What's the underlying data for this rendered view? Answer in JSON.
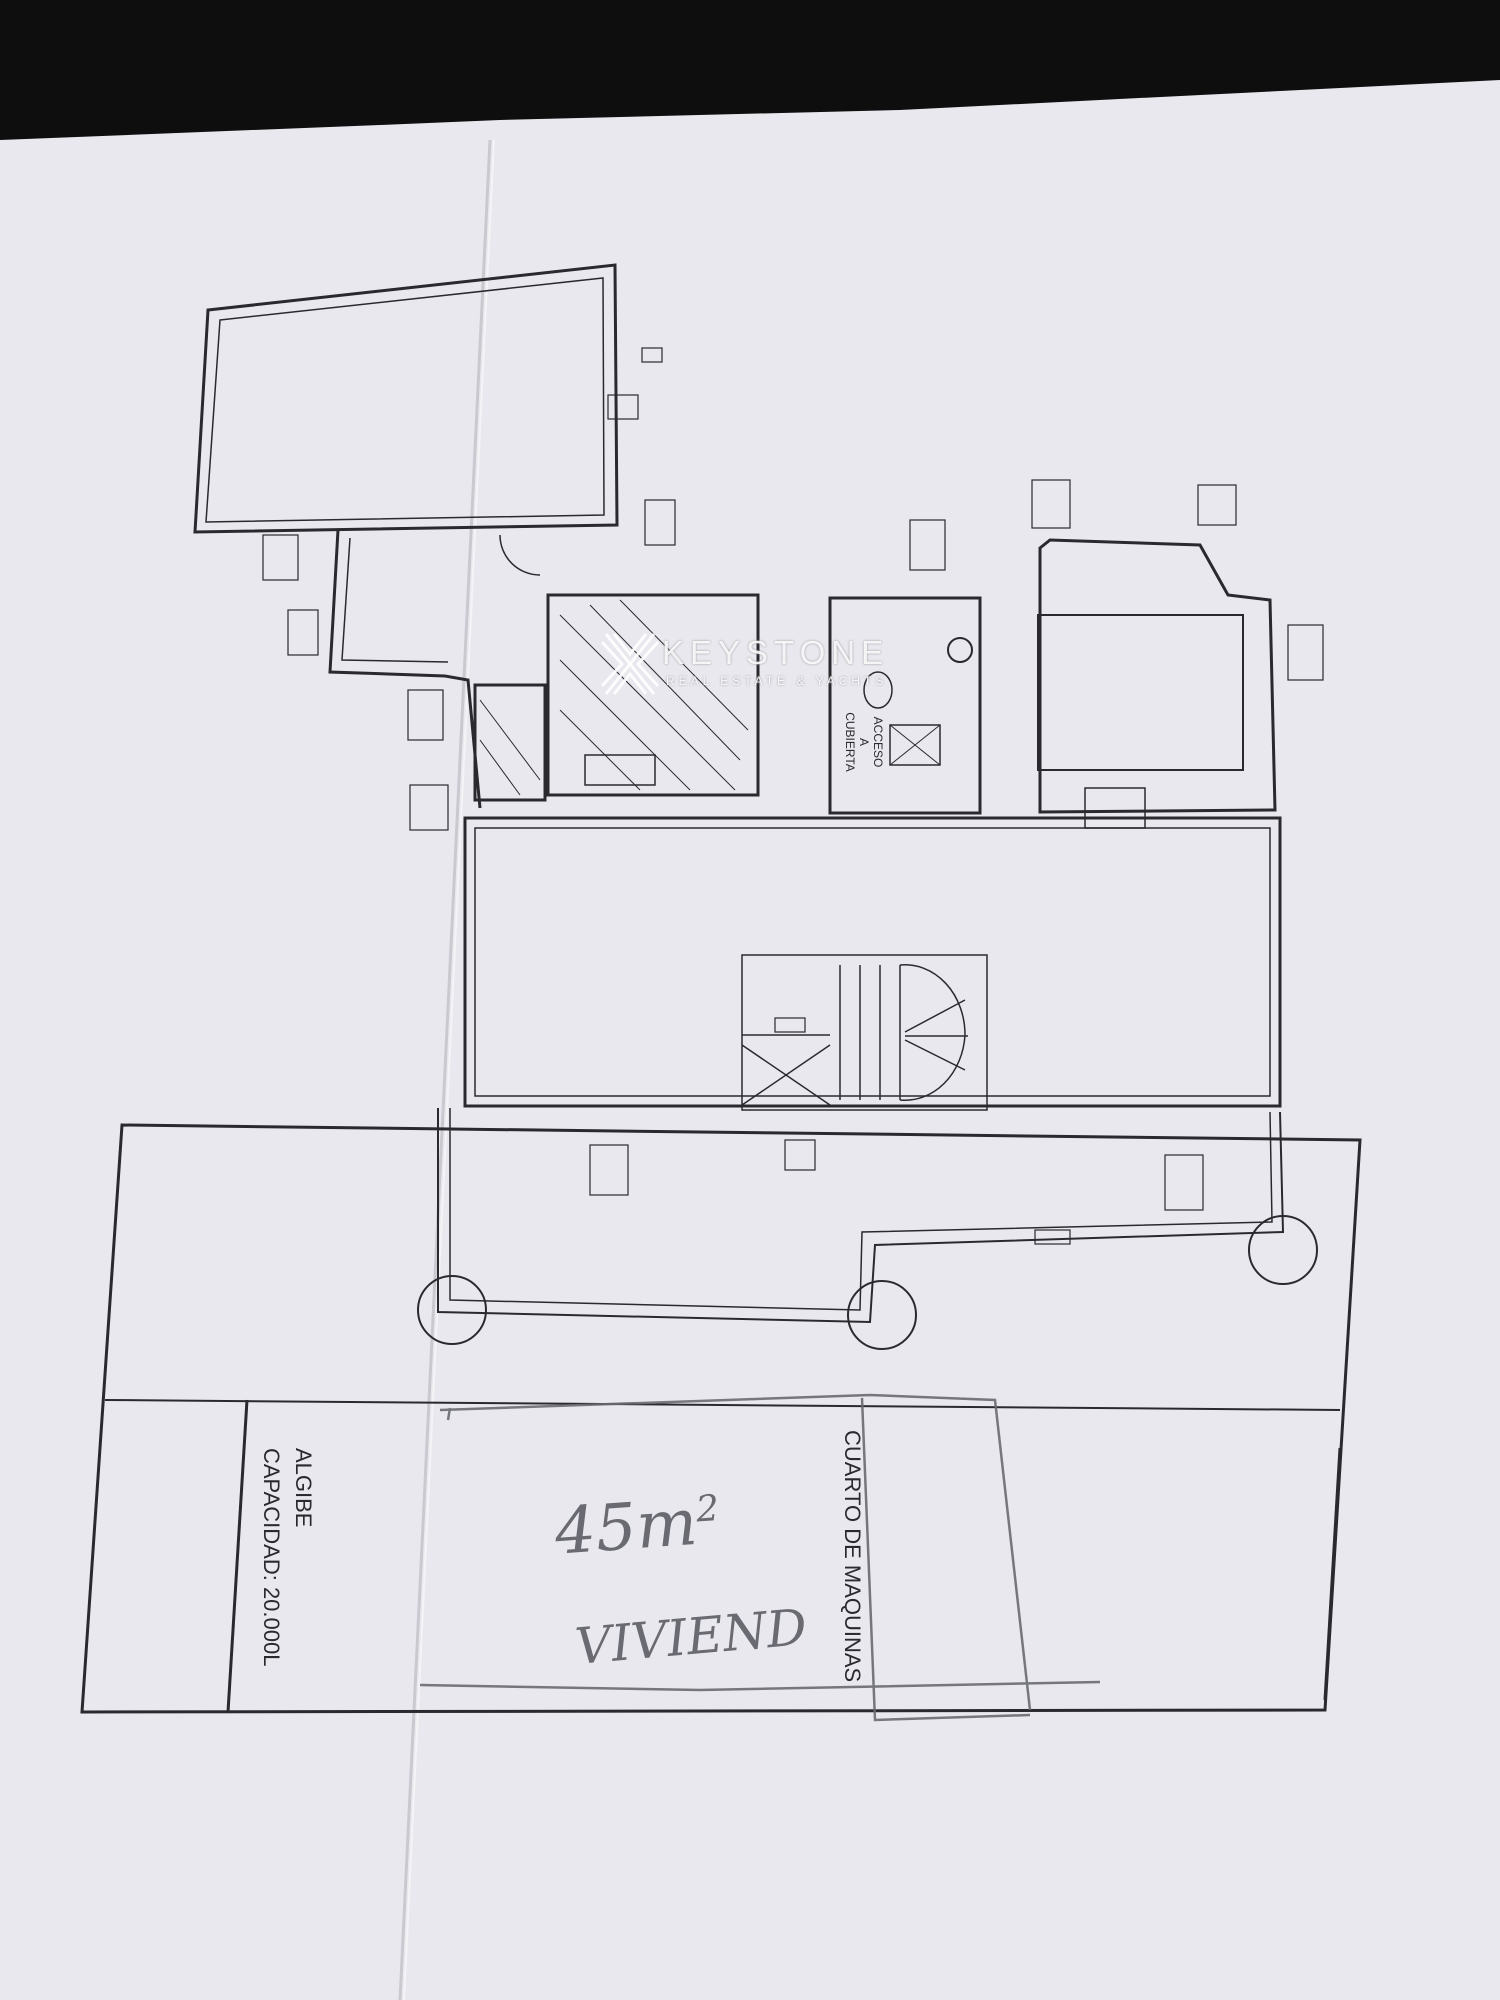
{
  "watermark": {
    "brand": "KEYSTONE",
    "tagline": "REAL ESTATE & YACHTS"
  },
  "plan": {
    "room_labels": {
      "algibe": "ALGIBE",
      "capacidad": "CAPACIDAD: 20.000L",
      "cuarto_maquinas": "CUARTO DE MAQUINAS",
      "acceso_cubierta": "ACCESO A CUBIERTA"
    },
    "handwritten": {
      "area": "45m",
      "superscript": "2",
      "note": "VIVIEND"
    }
  },
  "colors": {
    "paper": "#e9e9ef",
    "ink": "#2a2a2e",
    "background": "#0e0e0e"
  }
}
